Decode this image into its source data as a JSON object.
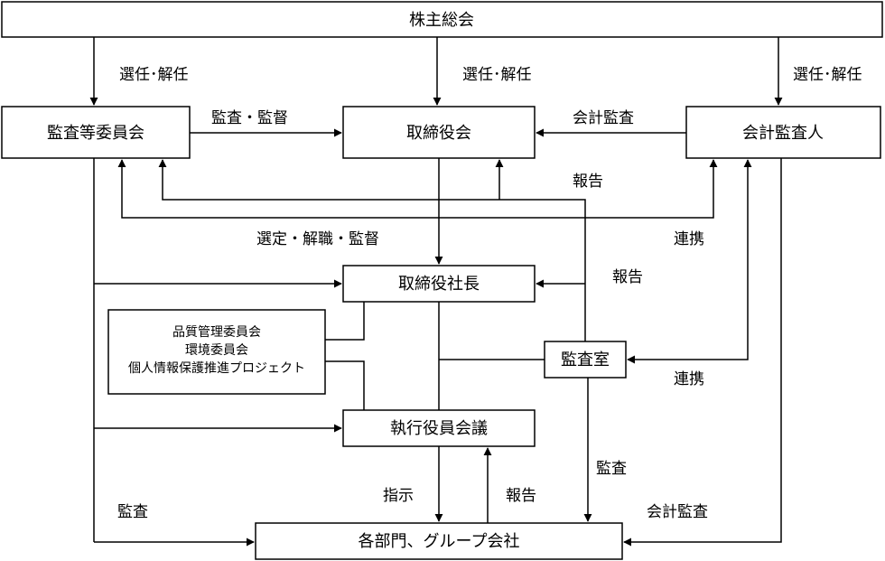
{
  "nodes": {
    "shareholders": "株主総会",
    "audit_committee": "監査等委員会",
    "board": "取締役会",
    "accounting_auditor": "会計監査人",
    "president": "取締役社長",
    "committees": [
      "品質管理委員会",
      "環境委員会",
      "個人情報保護推進プロジェクト"
    ],
    "audit_office": "監査室",
    "exec_meeting": "執行役員会議",
    "departments": "各部門、グループ会社"
  },
  "labels": {
    "elect_dismiss_left": "選任･解任",
    "elect_dismiss_center": "選任･解任",
    "elect_dismiss_right": "選任･解任",
    "audit_supervise": "監査・監督",
    "accounting_audit_top": "会計監査",
    "report_top": "報告",
    "coordinate_top": "連携",
    "select_dismiss_supervise": "選定・解職・監督",
    "report_mid": "報告",
    "coordinate_mid": "連携",
    "audit_mid": "監査",
    "instruct": "指示",
    "report_bottom": "報告",
    "audit_left": "監査",
    "accounting_audit_bottom": "会計監査"
  }
}
